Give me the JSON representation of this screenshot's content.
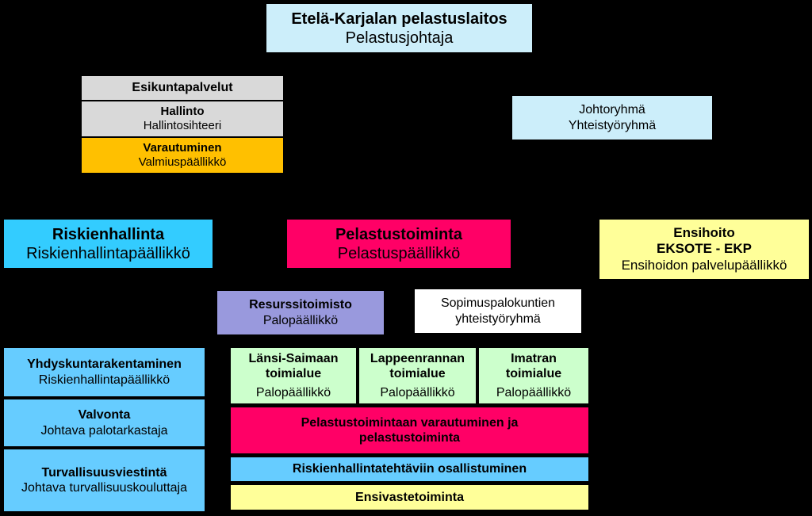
{
  "colors": {
    "background": "#000000",
    "light_blue": "#cceefa",
    "grey": "#d9d9d9",
    "orange": "#ffc000",
    "cyan": "#33ccff",
    "magenta": "#ff0066",
    "yellow": "#ffff99",
    "lavender": "#9999dd",
    "white": "#ffffff",
    "light_green": "#ccffcc",
    "sky_blue": "#66ccff"
  },
  "top": {
    "title": "Etelä-Karjalan pelastuslaitos",
    "subtitle": "Pelastusjohtaja"
  },
  "staff": {
    "esikunta": "Esikuntapalvelut",
    "hallinto": {
      "title": "Hallinto",
      "subtitle": "Hallintosihteeri"
    },
    "varautuminen": {
      "title": "Varautuminen",
      "subtitle": "Valmiuspäällikkö"
    }
  },
  "johtoryhma": {
    "line1": "Johtoryhmä",
    "line2": "Yhteistyöryhmä"
  },
  "riskienhallinta": {
    "title": "Riskienhallinta",
    "subtitle": "Riskienhallintapäällikkö"
  },
  "pelastustoiminta": {
    "title": "Pelastustoiminta",
    "subtitle": "Pelastuspäällikkö"
  },
  "ensihoito": {
    "title1": "Ensihoito",
    "title2": "EKSOTE - EKP",
    "subtitle": "Ensihoidon palvelupäällikkö"
  },
  "resurssi": {
    "title": "Resurssitoimisto",
    "subtitle": "Palopäällikkö"
  },
  "sopimus": {
    "line1": "Sopimuspalokuntien",
    "line2": "yhteistyöryhmä"
  },
  "risk_units": [
    {
      "title": "Yhdyskuntarakentaminen",
      "subtitle": "Riskienhallintapäällikkö"
    },
    {
      "title": "Valvonta",
      "subtitle": "Johtava palotarkastaja"
    },
    {
      "title": "Turvallisuusviestintä",
      "subtitle": "Johtava turvallisuuskouluttaja"
    }
  ],
  "areas": [
    {
      "title": "Länsi-Saimaan toimialue",
      "subtitle": "Palopäällikkö"
    },
    {
      "title": "Lappeenrannan toimialue",
      "subtitle": "Palopäällikkö"
    },
    {
      "title": "Imatran toimialue",
      "subtitle": "Palopäällikkö"
    }
  ],
  "tasks": {
    "pelastus": "Pelastustoimintaan varautuminen ja pelastustoiminta",
    "riski": "Riskienhallintatehtäviin osallistuminen",
    "ensivaste": "Ensivastetoiminta"
  }
}
